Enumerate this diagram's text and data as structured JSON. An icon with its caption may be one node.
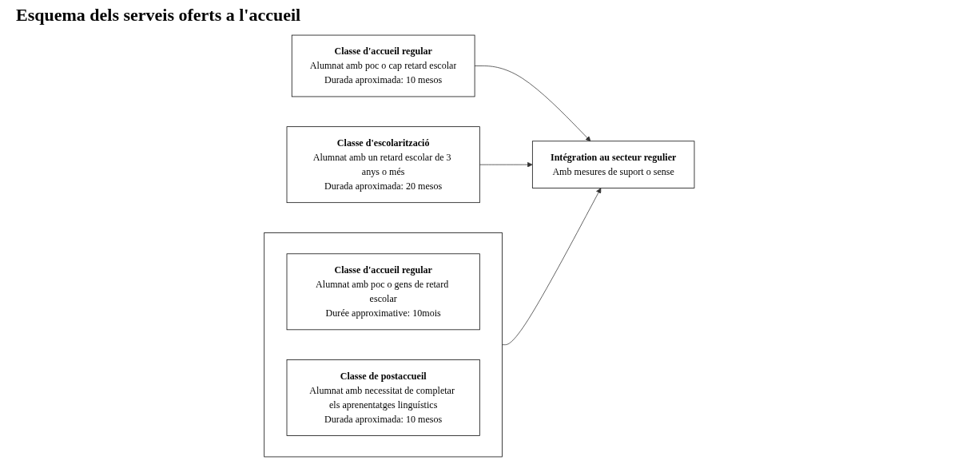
{
  "diagram": {
    "title": "Esquema dels serveis oferts a l'accueil",
    "nodes": [
      {
        "text": [
          "Classe d'accueil regular",
          "Alumnat amb poc o cap retard escolar",
          "Durada aproximada: 10 mesos"
        ]
      },
      {
        "text": [],
        "shape": "box"
      },
      {
        "text": [
          "Classe d'accueil regular",
          "Alumnat amb poc o gens de retard escolar",
          "Durée approximative: 10mois"
        ],
        "in": 1
      },
      {
        "text": [
          "Classe de postaccueil",
          "Alumnat amb necessitat de completar els aprenentatges linguístics",
          "Durada aproximada: 10 mesos"
        ],
        "in": 1
      },
      {
        "text": [
          "Classe d'escolarització",
          "Alumnat amb un retard escolar de 3 anys o més",
          "Durada aproximada: 20 mesos"
        ]
      },
      {
        "text": [
          "Intégration au secteur regulier",
          "Amb mesures de suport o sense"
        ]
      }
    ],
    "edges": [
      {
        "from": 0,
        "to": 5,
        "arrow": "to"
      },
      {
        "from": 1,
        "to": 5,
        "arrow": "to"
      },
      {
        "from": 4,
        "to": 5,
        "arrow": "to"
      }
    ]
  }
}
